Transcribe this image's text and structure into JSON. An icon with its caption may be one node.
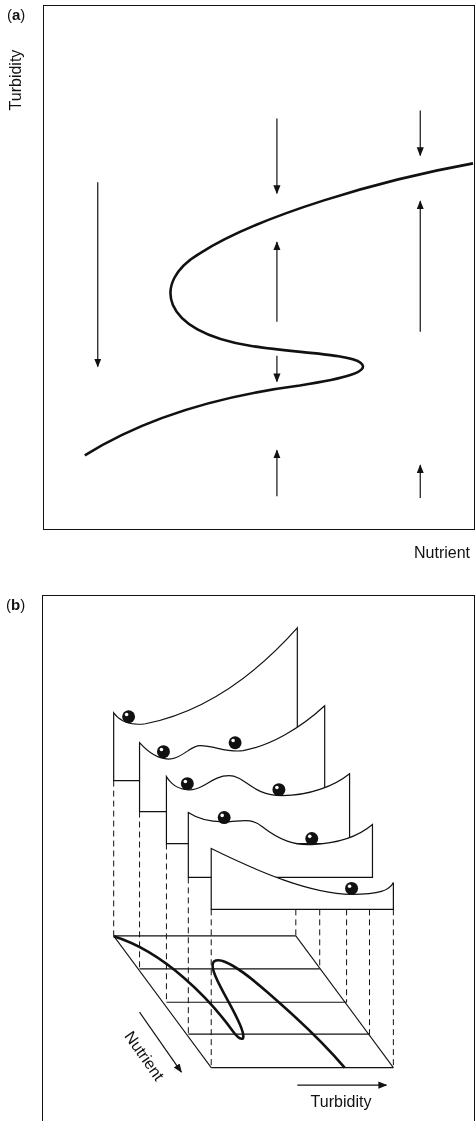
{
  "diagram": {
    "nodes": [
      {
        "text": [
          "(**a**)"
        ]
      },
      {
        "text": [
          "(**b**)"
        ]
      }
    ],
    "labels": [
      "Turbidity",
      "Nutrient",
      "Nutrient",
      "Turbidity"
    ]
  }
}
